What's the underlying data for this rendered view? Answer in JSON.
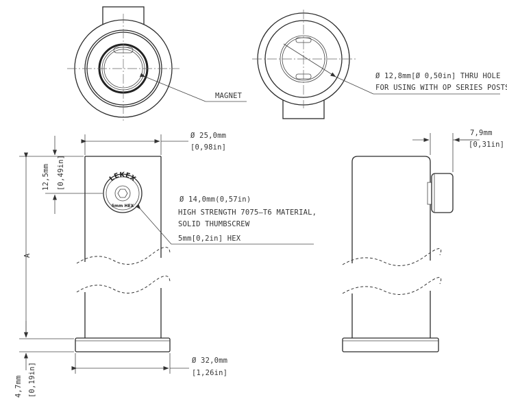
{
  "labels": {
    "magnet": "MAGNET",
    "thru_hole_line1": "Ø 12,8mm[Ø 0,50in] THRU HOLE",
    "thru_hole_line2": "FOR USING WITH OP SERIES POSTS",
    "dia25_mm": "Ø 25,0mm",
    "dia25_in": "[0,98in]",
    "dim79_mm": "7,9mm",
    "dim79_in": "[0,31in]",
    "dim125_mm": "12,5mm",
    "dim125_in": "[0,49in]",
    "thumb_line1": "Ø 14,0mm(0,57in)",
    "thumb_line2": "HIGH STRENGTH 7075–T6 MATERIAL,",
    "thumb_line3": "SOLID THUMBSCREW",
    "thumb_line4": "5mm[0,2in] HEX",
    "dim_a": "A",
    "dia32_mm": "Ø 32,0mm",
    "dia32_in": "[1,26in]",
    "dim47_mm": "4,7mm",
    "dim47_in": "[0,19in]",
    "logo_brand": "LEKEX",
    "logo_hex": "5mm HEX"
  }
}
